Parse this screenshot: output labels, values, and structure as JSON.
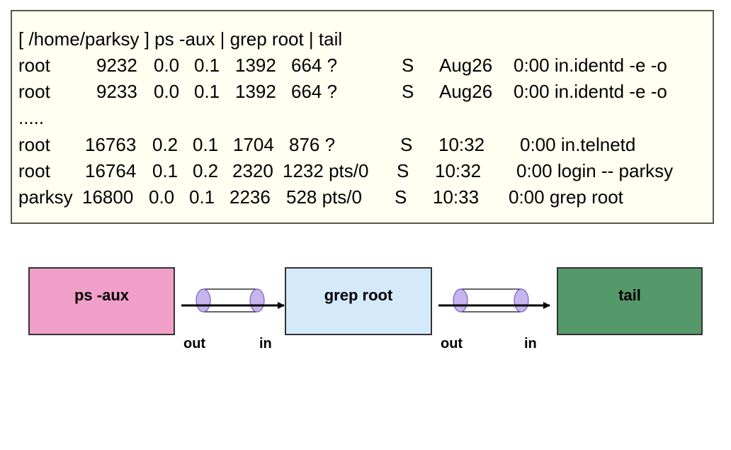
{
  "terminal": {
    "command_line": "[ /home/parksy ] ps -aux | grep root | tail",
    "ellipsis": ".....",
    "rows": [
      [
        "root",
        "9232",
        "0.0",
        "0.1",
        "1392",
        "664 ?",
        "S",
        "Aug26",
        "0:00 in.identd -e -o"
      ],
      [
        "root",
        "9233",
        "0.0",
        "0.1",
        "1392",
        "664 ?",
        "S",
        "Aug26",
        "0:00 in.identd -e -o"
      ],
      [
        "root",
        "16763",
        "0.2",
        "0.1",
        "1704",
        "876 ?",
        "S",
        "10:32",
        "0:00 in.telnetd"
      ],
      [
        "root",
        "16764",
        "0.1",
        "0.2",
        "2320",
        "1232 pts/0",
        "S",
        "10:32",
        "0:00 login -- parksy"
      ],
      [
        "parksy",
        "16800",
        "0.0",
        "0.1",
        "2236",
        "528 pts/0",
        "S",
        "10:33",
        "0:00 grep root"
      ]
    ]
  },
  "diagram": {
    "stages": [
      {
        "label": "ps -aux",
        "color": "#f0a0c8"
      },
      {
        "label": "grep root",
        "color": "#d4eafb"
      },
      {
        "label": "tail",
        "color": "#55996a"
      }
    ],
    "pipes": [
      {
        "out_label": "out",
        "in_label": "in"
      },
      {
        "out_label": "out",
        "in_label": "in"
      }
    ],
    "pipe_end_color": "#c8b4ee",
    "pipe_end_stroke": "#7a5fc0"
  }
}
